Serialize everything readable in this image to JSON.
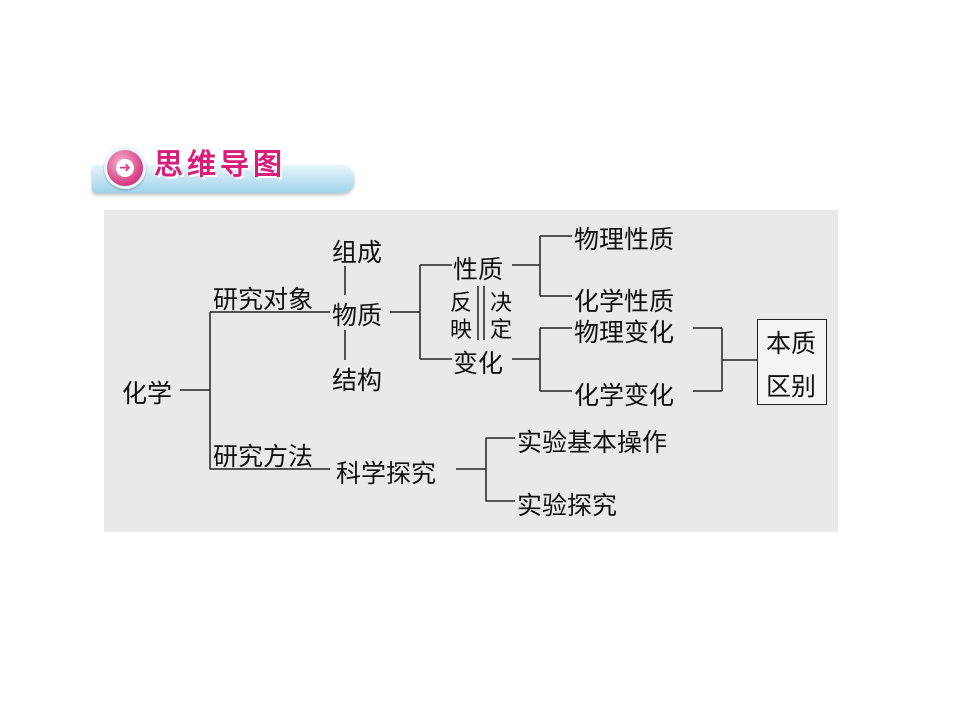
{
  "header": {
    "title": "思维导图",
    "icon": "arrow-right-circle-icon"
  },
  "diagram": {
    "root": "化学",
    "research_object": "研究对象",
    "research_method": "研究方法",
    "composition": "组成",
    "matter": "物质",
    "structure": "结构",
    "property": "性质",
    "change": "变化",
    "reflect_1": "反",
    "reflect_2": "映",
    "decide_1": "决",
    "decide_2": "定",
    "physical_property": "物理性质",
    "chemical_property": "化学性质",
    "physical_change": "物理变化",
    "chemical_change": "化学变化",
    "essence_1": "本质",
    "essence_2": "区别",
    "scientific_inquiry": "科学探究",
    "basic_operation": "实验基本操作",
    "experiment_inquiry": "实验探究"
  }
}
